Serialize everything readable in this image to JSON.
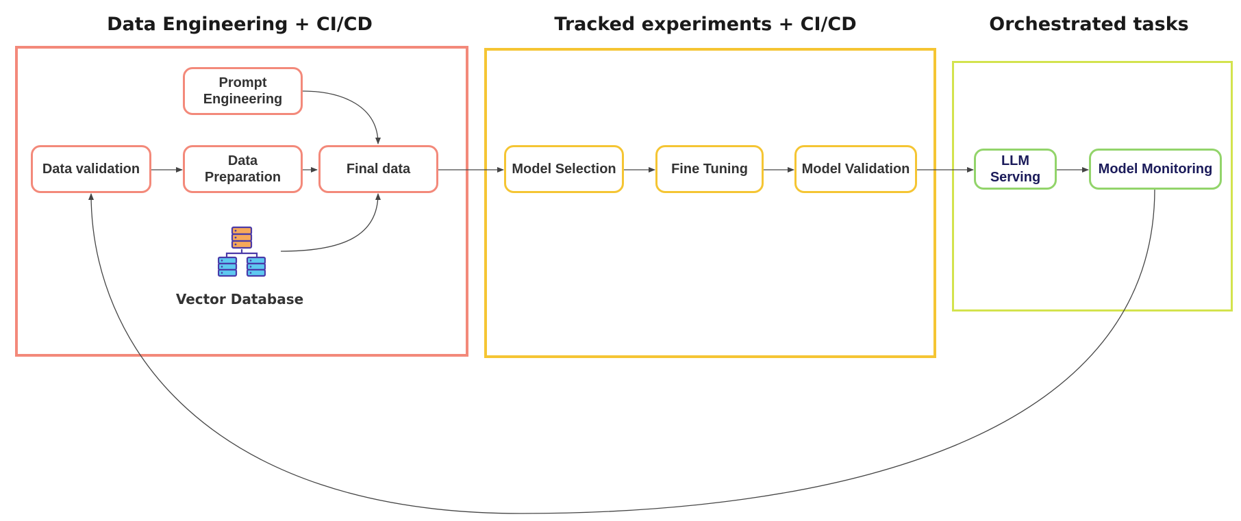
{
  "groups": {
    "data_engineering": {
      "title": "Data Engineering + CI/CD",
      "color": "#f3897a"
    },
    "tracked_experiments": {
      "title": "Tracked experiments + CI/CD",
      "color": "#f5c533"
    },
    "orchestrated_tasks": {
      "title": "Orchestrated tasks",
      "color": "#d3e34d"
    }
  },
  "nodes": {
    "prompt_engineering": {
      "line1": "Prompt",
      "line2": "Engineering"
    },
    "data_validation": {
      "label": "Data validation"
    },
    "data_preparation": {
      "line1": "Data",
      "line2": "Preparation"
    },
    "final_data": {
      "label": "Final data"
    },
    "vector_database": {
      "label": "Vector Database",
      "icon": "database-servers-icon"
    },
    "model_selection": {
      "label": "Model Selection"
    },
    "fine_tuning": {
      "label": "Fine Tuning"
    },
    "model_validation": {
      "label": "Model Validation"
    },
    "llm_serving": {
      "line1": "LLM",
      "line2": "Serving"
    },
    "model_monitoring": {
      "label": "Model Monitoring"
    }
  },
  "edges": [
    {
      "from": "Data validation",
      "to": "Data Preparation"
    },
    {
      "from": "Data Preparation",
      "to": "Final data"
    },
    {
      "from": "Prompt Engineering",
      "to": "Final data"
    },
    {
      "from": "Vector Database",
      "to": "Final data"
    },
    {
      "from": "Final data",
      "to": "Model Selection"
    },
    {
      "from": "Model Selection",
      "to": "Fine Tuning"
    },
    {
      "from": "Fine Tuning",
      "to": "Model Validation"
    },
    {
      "from": "Model Validation",
      "to": "LLM Serving"
    },
    {
      "from": "LLM Serving",
      "to": "Model Monitoring"
    },
    {
      "from": "Model Monitoring",
      "to": "Data validation"
    }
  ]
}
